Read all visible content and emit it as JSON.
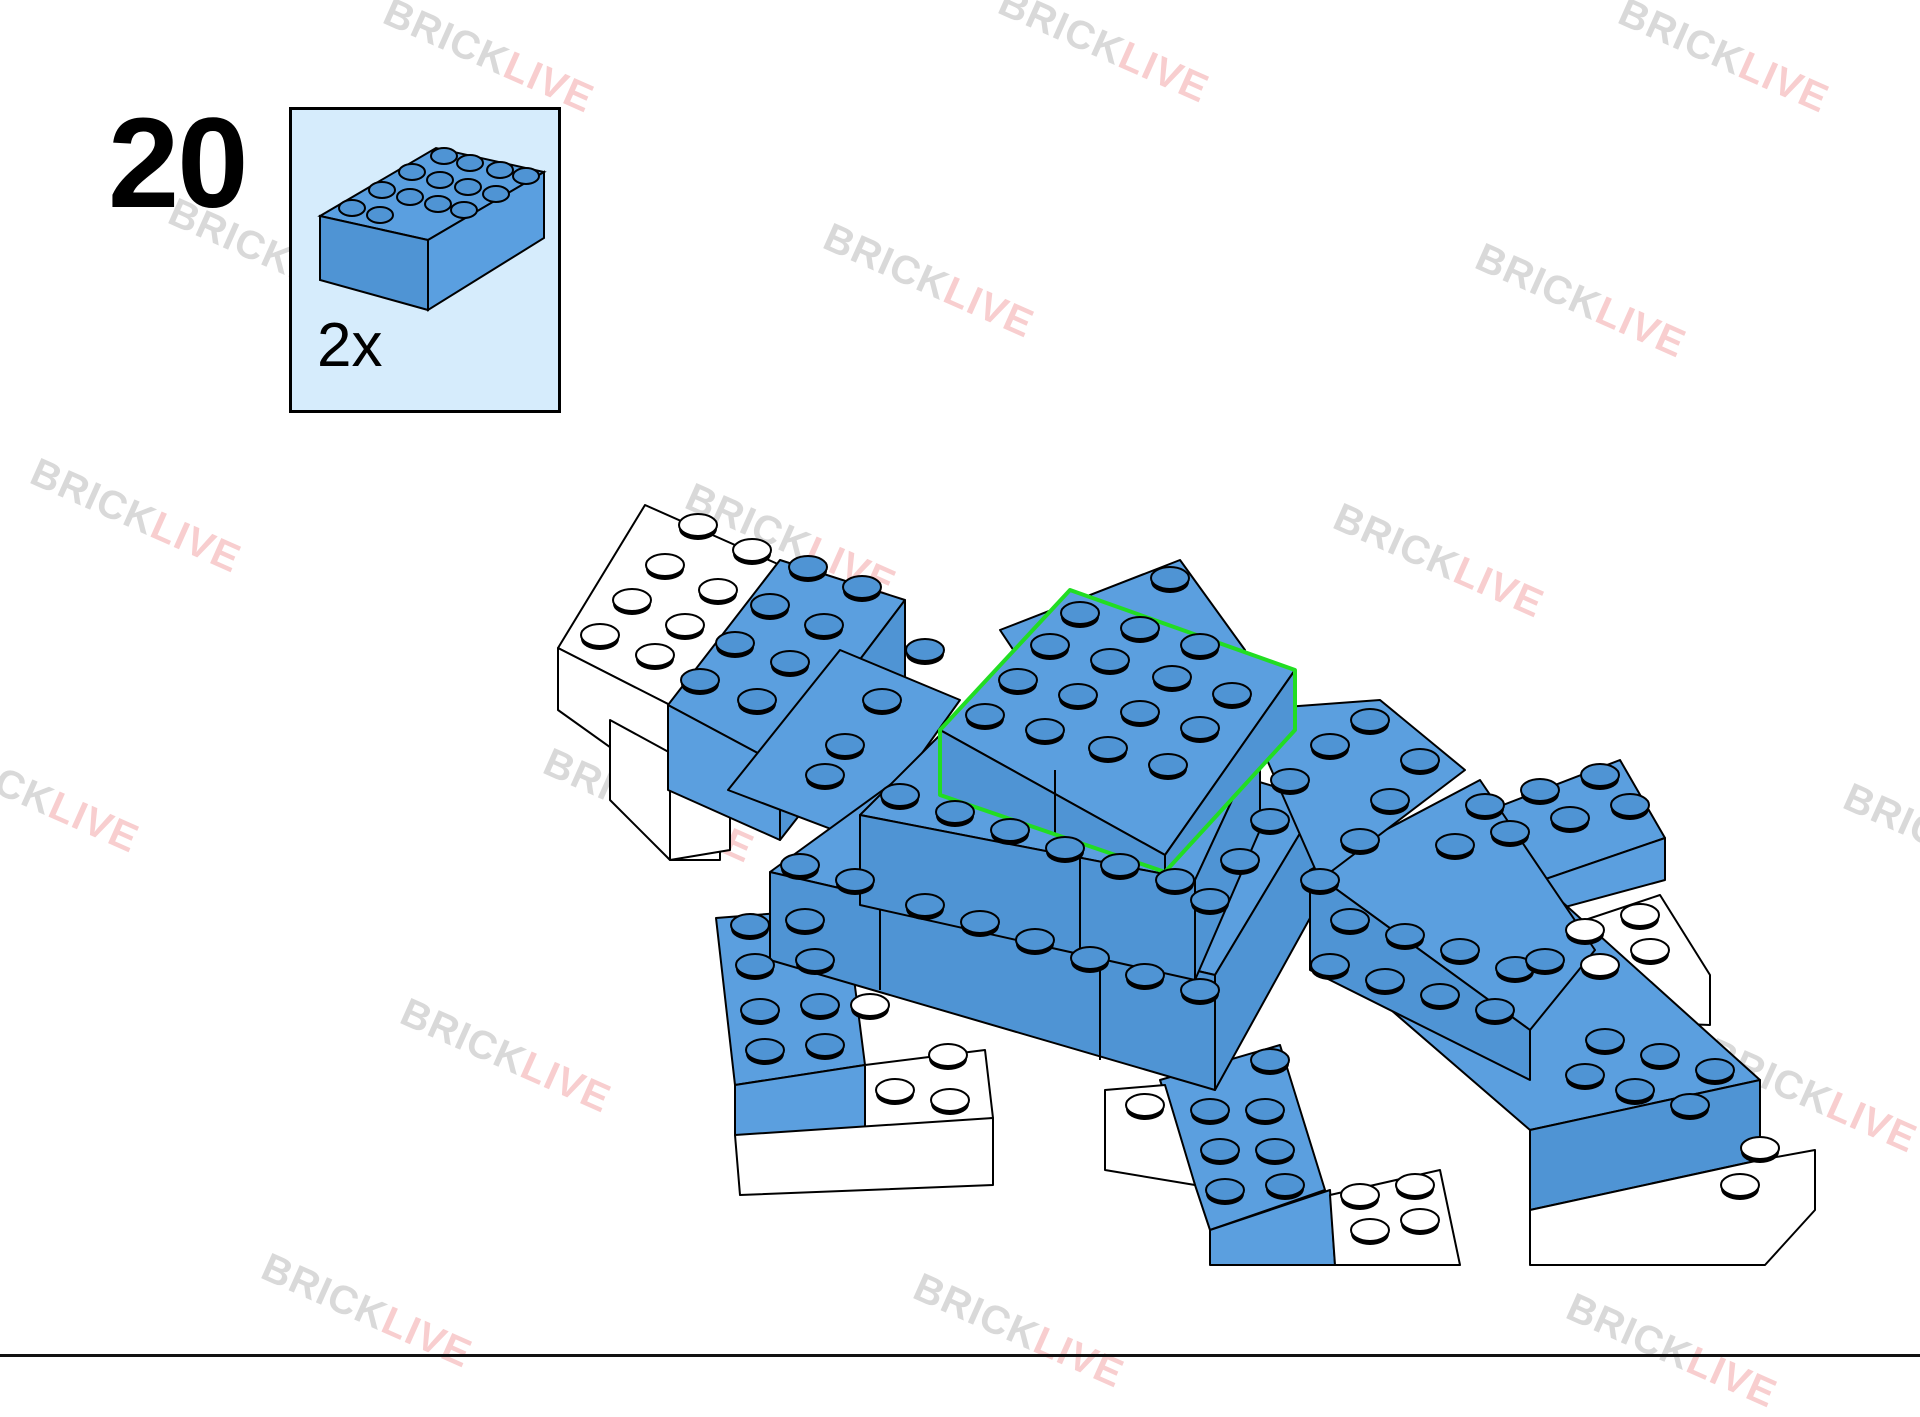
{
  "step": {
    "number": "20"
  },
  "parts_callout": {
    "quantity": "2x",
    "part_color": "#4f94d4",
    "part_name_icon": "blue-brick-2x4-icon"
  },
  "watermark": {
    "text_left": "BRICK",
    "text_right": "LIVE",
    "color_left": "#555555",
    "color_right": "#e0242b"
  },
  "colors": {
    "brick_blue": "#5b9fdf",
    "brick_white": "#ffffff",
    "highlight": "#22dd22",
    "callout_bg": "#d6ecfc"
  }
}
